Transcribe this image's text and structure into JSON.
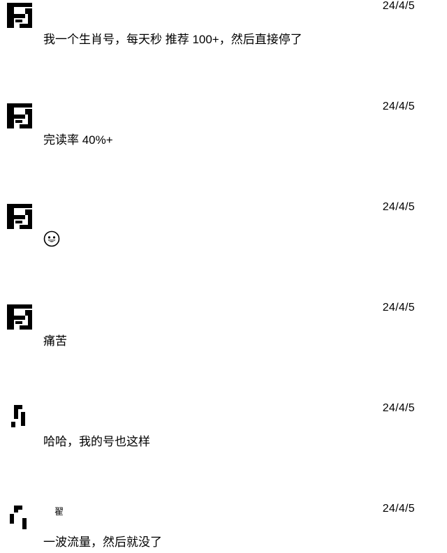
{
  "comments": [
    {
      "name": "",
      "date": "24/4/5",
      "text": "我一个生肖号，每天秒 推荐 100+，然后直接停了"
    },
    {
      "name": "",
      "date": "24/4/5",
      "text": "完读率 40%+"
    },
    {
      "name": "",
      "date": "24/4/5",
      "text": "",
      "emoji": "grinning-face-icon"
    },
    {
      "name": "",
      "date": "24/4/5",
      "text": "痛苦"
    },
    {
      "name": "",
      "date": "24/4/5",
      "text": "哈哈，我的号也这样"
    },
    {
      "name": "翟",
      "date": "24/4/5",
      "text": "一波流量，然后就没了"
    }
  ]
}
